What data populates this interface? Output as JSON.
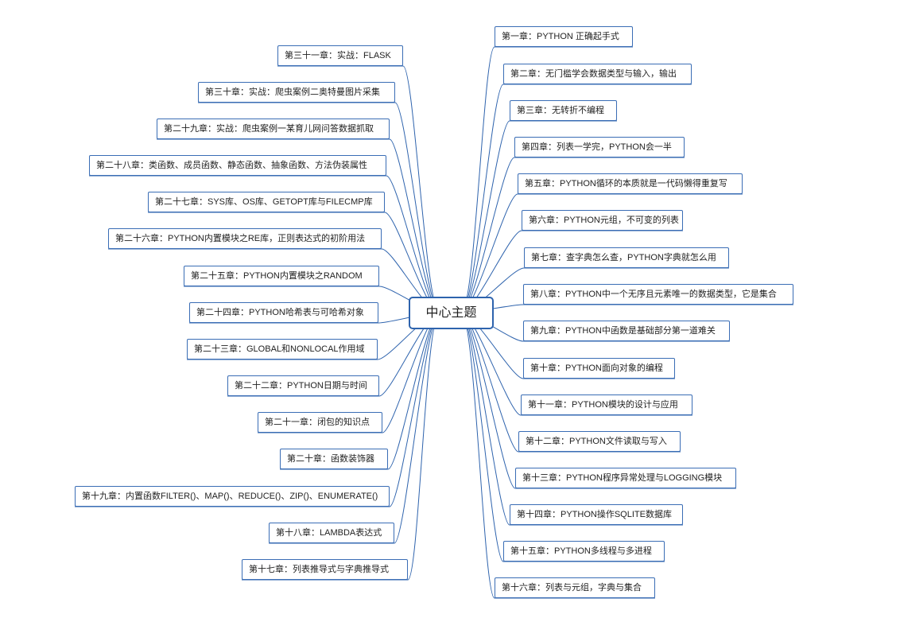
{
  "center": {
    "label": "中心主题"
  },
  "colors": {
    "line": "#2e63ad",
    "border": "#3a6db5",
    "text": "#1f1f1f"
  },
  "right_nodes": [
    "第一章：PYTHON 正确起手式",
    "第二章：无门槛学会数据类型与输入，输出",
    "第三章：无转折不编程",
    "第四章：列表一学完，PYTHON会一半",
    "第五章：PYTHON循环的本质就是一代码懒得重复写",
    "第六章：PYTHON元组，不可变的列表",
    "第七章：查字典怎么查，PYTHON字典就怎么用",
    "第八章：PYTHON中一个无序且元素唯一的数据类型，它是集合",
    "第九章：PYTHON中函数是基础部分第一道难关",
    "第十章：PYTHON面向对象的编程",
    "第十一章：PYTHON模块的设计与应用",
    "第十二章：PYTHON文件读取与写入",
    "第十三章：PYTHON程序异常处理与LOGGING模块",
    "第十四章：PYTHON操作SQLITE数据库",
    "第十五章：PYTHON多线程与多进程",
    "第十六章：列表与元组，字典与集合"
  ],
  "left_nodes": [
    "第三十一章：实战：FLASK",
    "第三十章：实战：爬虫案例二奥特曼图片采集",
    "第二十九章：实战：爬虫案例一某育儿网问答数据抓取",
    "第二十八章：类函数、成员函数、静态函数、抽象函数、方法伪装属性",
    "第二十七章：SYS库、OS库、GETOPT库与FILECMP库",
    "第二十六章：PYTHON内置模块之RE库，正则表达式的初阶用法",
    "第二十五章：PYTHON内置模块之RANDOM",
    "第二十四章：PYTHON哈希表与可哈希对象",
    "第二十三章：GLOBAL和NONLOCAL作用域",
    "第二十二章：PYTHON日期与时间",
    "第二十一章：闭包的知识点",
    "第二十章：函数装饰器",
    "第十九章：内置函数FILTER()、MAP()、REDUCE()、ZIP()、ENUMERATE()",
    "第十八章：LAMBDA表达式",
    "第十七章：列表推导式与字典推导式"
  ]
}
